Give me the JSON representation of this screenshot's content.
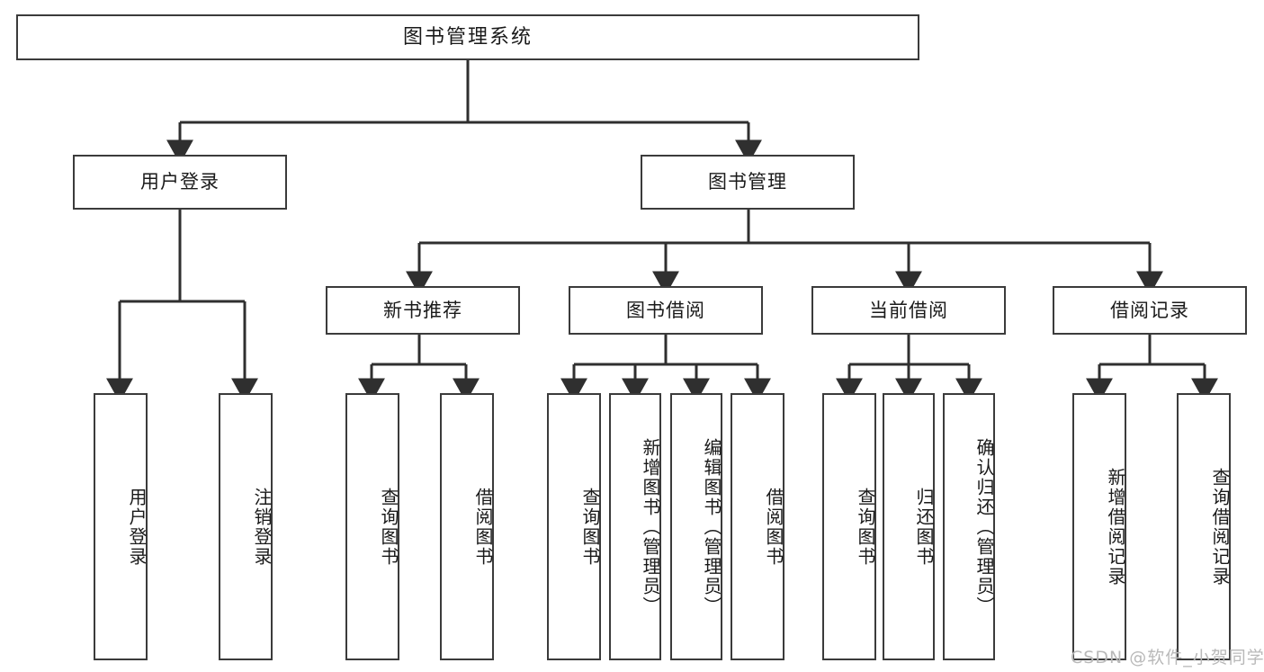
{
  "diagram": {
    "type": "tree-hierarchy-chart",
    "title": "图书管理系统",
    "watermark": "CSDN @软件_小贺同学",
    "colors": {
      "box_border": "#3b3b3b",
      "box_fill": "#ffffff",
      "edge": "#2f2f2f",
      "text": "#1a1a1a",
      "watermark": "#b9b9b9",
      "background": "#ffffff"
    },
    "levels": [
      {
        "level": 1,
        "nodes": [
          {
            "id": "root",
            "label": "图书管理系统",
            "orientation": "horizontal"
          }
        ]
      },
      {
        "level": 2,
        "nodes": [
          {
            "id": "user-login",
            "label": "用户登录",
            "orientation": "horizontal",
            "parent": "root"
          },
          {
            "id": "book-manage",
            "label": "图书管理",
            "orientation": "horizontal",
            "parent": "root"
          }
        ]
      },
      {
        "level": 3,
        "nodes": [
          {
            "id": "new-book-rec",
            "label": "新书推荐",
            "orientation": "horizontal",
            "parent": "book-manage"
          },
          {
            "id": "book-borrow",
            "label": "图书借阅",
            "orientation": "horizontal",
            "parent": "book-manage"
          },
          {
            "id": "current-borrow",
            "label": "当前借阅",
            "orientation": "horizontal",
            "parent": "book-manage"
          },
          {
            "id": "borrow-record",
            "label": "借阅记录",
            "orientation": "horizontal",
            "parent": "book-manage"
          }
        ]
      },
      {
        "level": 4,
        "nodes": [
          {
            "id": "leaf-user-login",
            "label": "用户登录",
            "orientation": "vertical",
            "parent": "user-login"
          },
          {
            "id": "leaf-user-logout",
            "label": "注销登录",
            "orientation": "vertical",
            "parent": "user-login"
          },
          {
            "id": "leaf-query-book-1",
            "label": "查询图书",
            "orientation": "vertical",
            "parent": "new-book-rec"
          },
          {
            "id": "leaf-borrow-book-1",
            "label": "借阅图书",
            "orientation": "vertical",
            "parent": "new-book-rec"
          },
          {
            "id": "leaf-query-book-2",
            "label": "查询图书",
            "orientation": "vertical",
            "parent": "book-borrow"
          },
          {
            "id": "leaf-add-book",
            "label": "新增图书（管理员）",
            "orientation": "vertical",
            "parent": "book-borrow"
          },
          {
            "id": "leaf-edit-book",
            "label": "编辑图书（管理员）",
            "orientation": "vertical",
            "parent": "book-borrow"
          },
          {
            "id": "leaf-borrow-book-2",
            "label": "借阅图书",
            "orientation": "vertical",
            "parent": "book-borrow"
          },
          {
            "id": "leaf-query-book-3",
            "label": "查询图书",
            "orientation": "vertical",
            "parent": "current-borrow"
          },
          {
            "id": "leaf-return-book",
            "label": "归还图书",
            "orientation": "vertical",
            "parent": "current-borrow"
          },
          {
            "id": "leaf-confirm-return",
            "label": "确认归还（管理员）",
            "orientation": "vertical",
            "parent": "current-borrow"
          },
          {
            "id": "leaf-add-record",
            "label": "新增借阅记录",
            "orientation": "vertical",
            "parent": "borrow-record"
          },
          {
            "id": "leaf-query-record",
            "label": "查询借阅记录",
            "orientation": "vertical",
            "parent": "borrow-record"
          }
        ]
      }
    ]
  }
}
